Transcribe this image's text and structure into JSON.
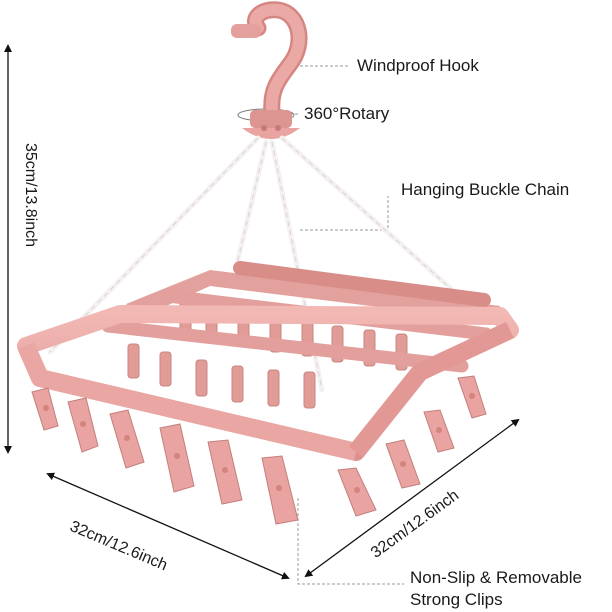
{
  "annotations": {
    "hook": "Windproof Hook",
    "rotary": "360°Rotary",
    "chain": "Hanging Buckle Chain",
    "clips_line1": "Non-Slip & Removable",
    "clips_line2": "Strong Clips"
  },
  "dimensions": {
    "height": "35cm/13.8inch",
    "width": "32cm/12.6inch",
    "depth": "32cm/12.6inch"
  },
  "colors": {
    "product_pink": "#e9a3a0",
    "product_pink_dark": "#d58683",
    "chain_white": "#f7f4f3",
    "leader_line": "#999999",
    "dimension_line": "#111111"
  }
}
